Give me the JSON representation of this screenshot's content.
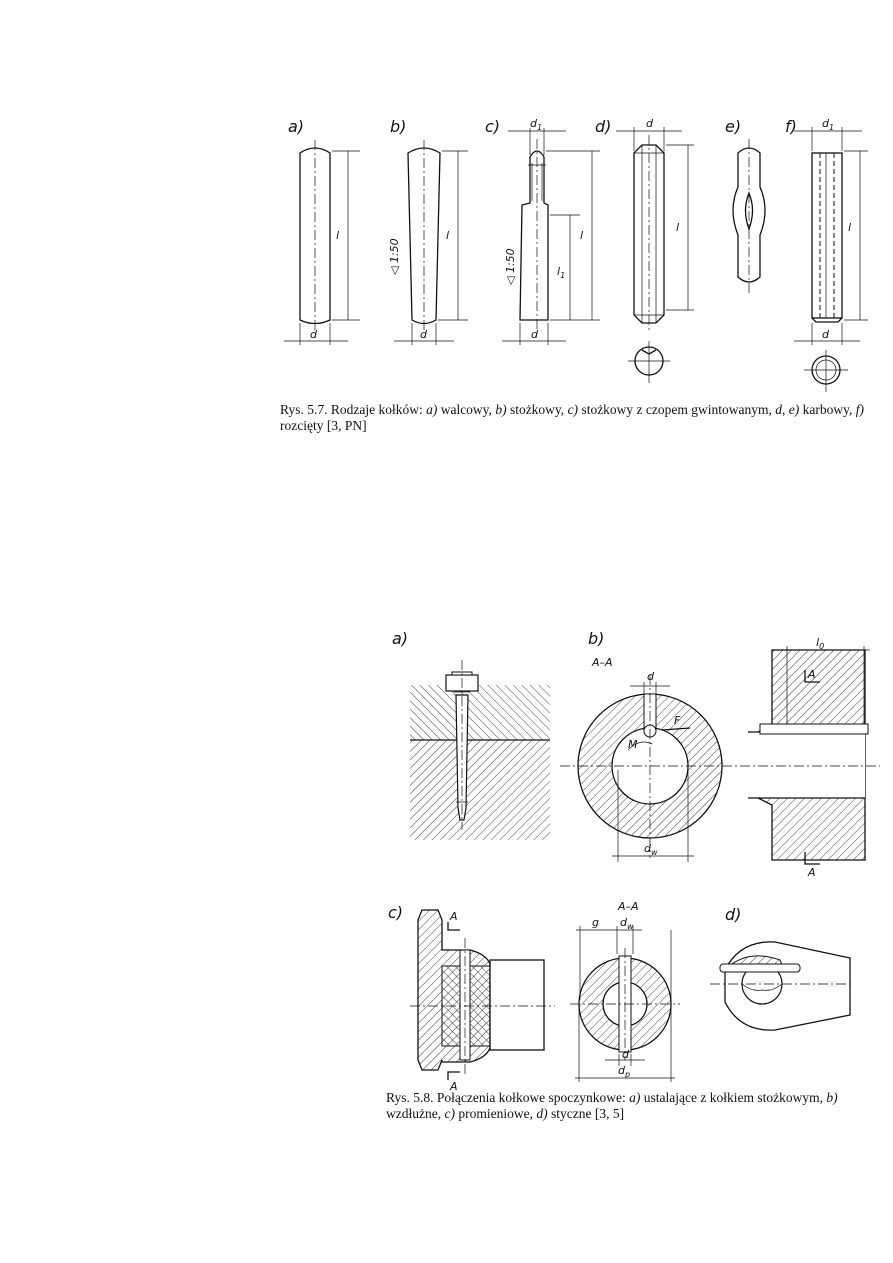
{
  "figure_57": {
    "labels": [
      "a)",
      "b)",
      "c)",
      "d)",
      "e)",
      "f)"
    ],
    "dims": {
      "d": "d",
      "l": "l",
      "d1": "d",
      "l1": "l",
      "sub1": "1",
      "taper": "◁ 1:50"
    },
    "caption": {
      "lead": "Rys. 5.7. Rodzaje kołków: ",
      "a": "a)",
      "a_t": " walcowy, ",
      "b": "b)",
      "b_t": " stożkowy, ",
      "c": "c)",
      "c_t": " stożkowy z czopem gwintowanym, ",
      "d": "d, e)",
      "d_t": " karbowy, ",
      "f": "f)",
      "f_t": " rozcięty [3, PN]"
    }
  },
  "figure_58": {
    "labels": [
      "a)",
      "b)",
      "c)",
      "d)"
    ],
    "section": "A–A",
    "dims": {
      "d": "d",
      "F": "F",
      "M": "M",
      "dw": "d",
      "dw_sub": "w",
      "l0": "l",
      "l0_sub": "0",
      "A": "A",
      "g": "g",
      "dp": "d",
      "dp_sub": "p"
    },
    "caption": {
      "lead": "Rys. 5.8. Połączenia kołkowe spoczynkowe: ",
      "a": "a)",
      "a_t": " ustalające z kołkiem stożkowym, ",
      "b": "b)",
      "b_t": " wzdłużne, ",
      "c": "c)",
      "c_t": " promieniowe, ",
      "d": "d)",
      "d_t": " styczne [3, 5]"
    }
  }
}
